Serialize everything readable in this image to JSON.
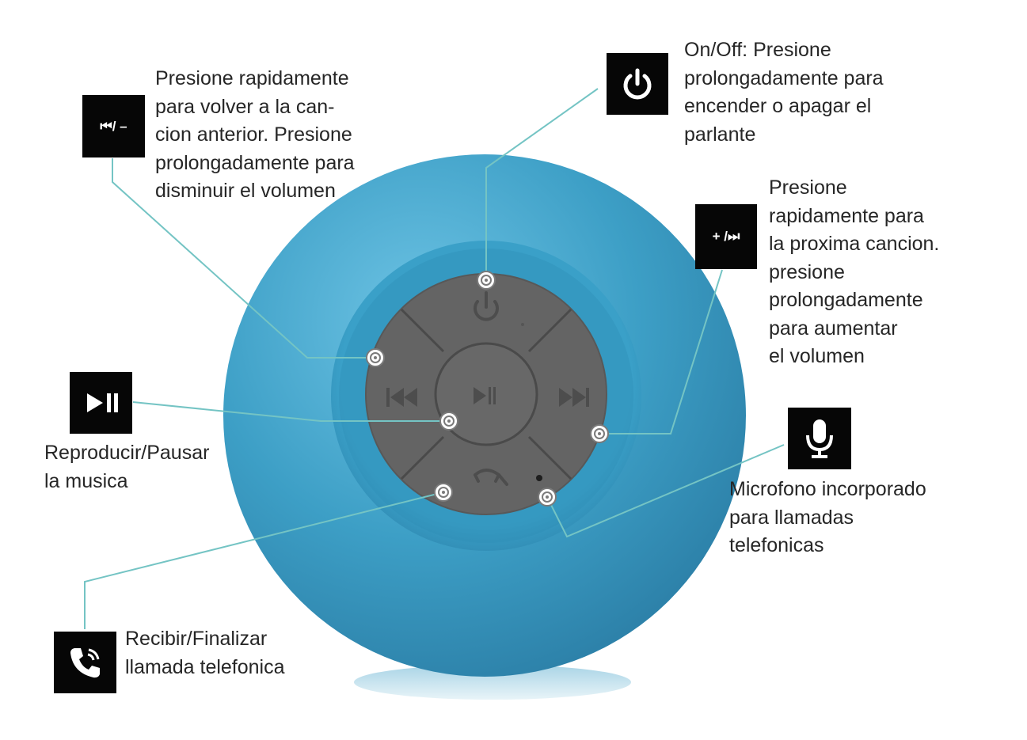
{
  "callouts": [
    {
      "id": "prev",
      "badge_icon": "previous-track-minus-icon",
      "badge_text": "⏮/ –",
      "lines": [
        "Presione rapidamente",
        "para volver a la can-",
        "cion anterior. Presione",
        "prolongadamente para",
        "disminuir el volumen"
      ]
    },
    {
      "id": "power",
      "badge_icon": "power-icon",
      "lines": [
        "On/Off: Presione",
        "prolongadamente para",
        "encender o apagar el",
        "parlante"
      ]
    },
    {
      "id": "next",
      "badge_icon": "plus-next-track-icon",
      "badge_text": "+ /⏭",
      "lines": [
        "Presione",
        "rapidamente para",
        "la proxima cancion.",
        "presione",
        "prolongadamente",
        "para aumentar",
        "el volumen"
      ]
    },
    {
      "id": "play",
      "badge_icon": "play-pause-icon",
      "lines": [
        "Reproducir/Pausar",
        "la musica"
      ]
    },
    {
      "id": "mic",
      "badge_icon": "microphone-icon",
      "lines": [
        "Microfono incorporado",
        "para llamadas",
        "telefonicas"
      ]
    },
    {
      "id": "call",
      "badge_icon": "phone-icon",
      "lines": [
        "Recibir/Finalizar",
        "llamada telefonica"
      ]
    }
  ],
  "colors": {
    "speaker_blue": "#3d9fc6",
    "speaker_blue_light": "#6cc0e0",
    "speaker_blue_dark": "#2a7aa0",
    "button_gray": "#646464",
    "leader_line": "#74c4c4",
    "badge_bg": "#060606",
    "text": "#262626"
  }
}
